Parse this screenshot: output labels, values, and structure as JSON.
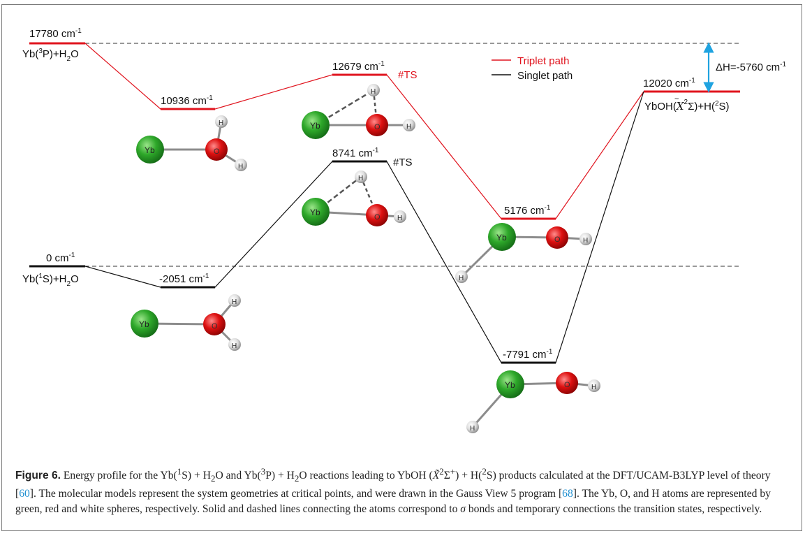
{
  "legend": {
    "triplet": "Triplet path",
    "singlet": "Singlet path"
  },
  "units": {
    "wavenumber": "cm",
    "exponent": "-1"
  },
  "levels": {
    "triplet_reactant": {
      "value": "17780",
      "species": "Yb(3P)+H2O"
    },
    "triplet_complex": {
      "value": "10936"
    },
    "triplet_ts": {
      "value": "12679"
    },
    "triplet_intermediate": {
      "value": "5176"
    },
    "products": {
      "value": "12020",
      "species": "YbOH(X2Σ)+H(2S)"
    },
    "singlet_reactant": {
      "value": "0",
      "species": "Yb(1S)+H2O"
    },
    "singlet_complex": {
      "value": "-2051"
    },
    "singlet_ts": {
      "value": "8741"
    },
    "singlet_intermediate": {
      "value": "-7791"
    }
  },
  "markers": {
    "ts": "#TS"
  },
  "annotations": {
    "delta_h": "ΔH=-5760 cm"
  },
  "atoms": {
    "yb": "Yb",
    "o": "O",
    "h": "H"
  },
  "colors": {
    "triplet": "#e0141e",
    "singlet": "#111111",
    "delta_h_arrow": "#1fa3e0",
    "yb_atom": "#2ea82a",
    "o_atom": "#dd1111",
    "h_atom": "#dddddd",
    "citation": "#1f8fd0"
  },
  "caption": {
    "label": "Figure 6.",
    "ref1": "60",
    "ref2": "68"
  }
}
